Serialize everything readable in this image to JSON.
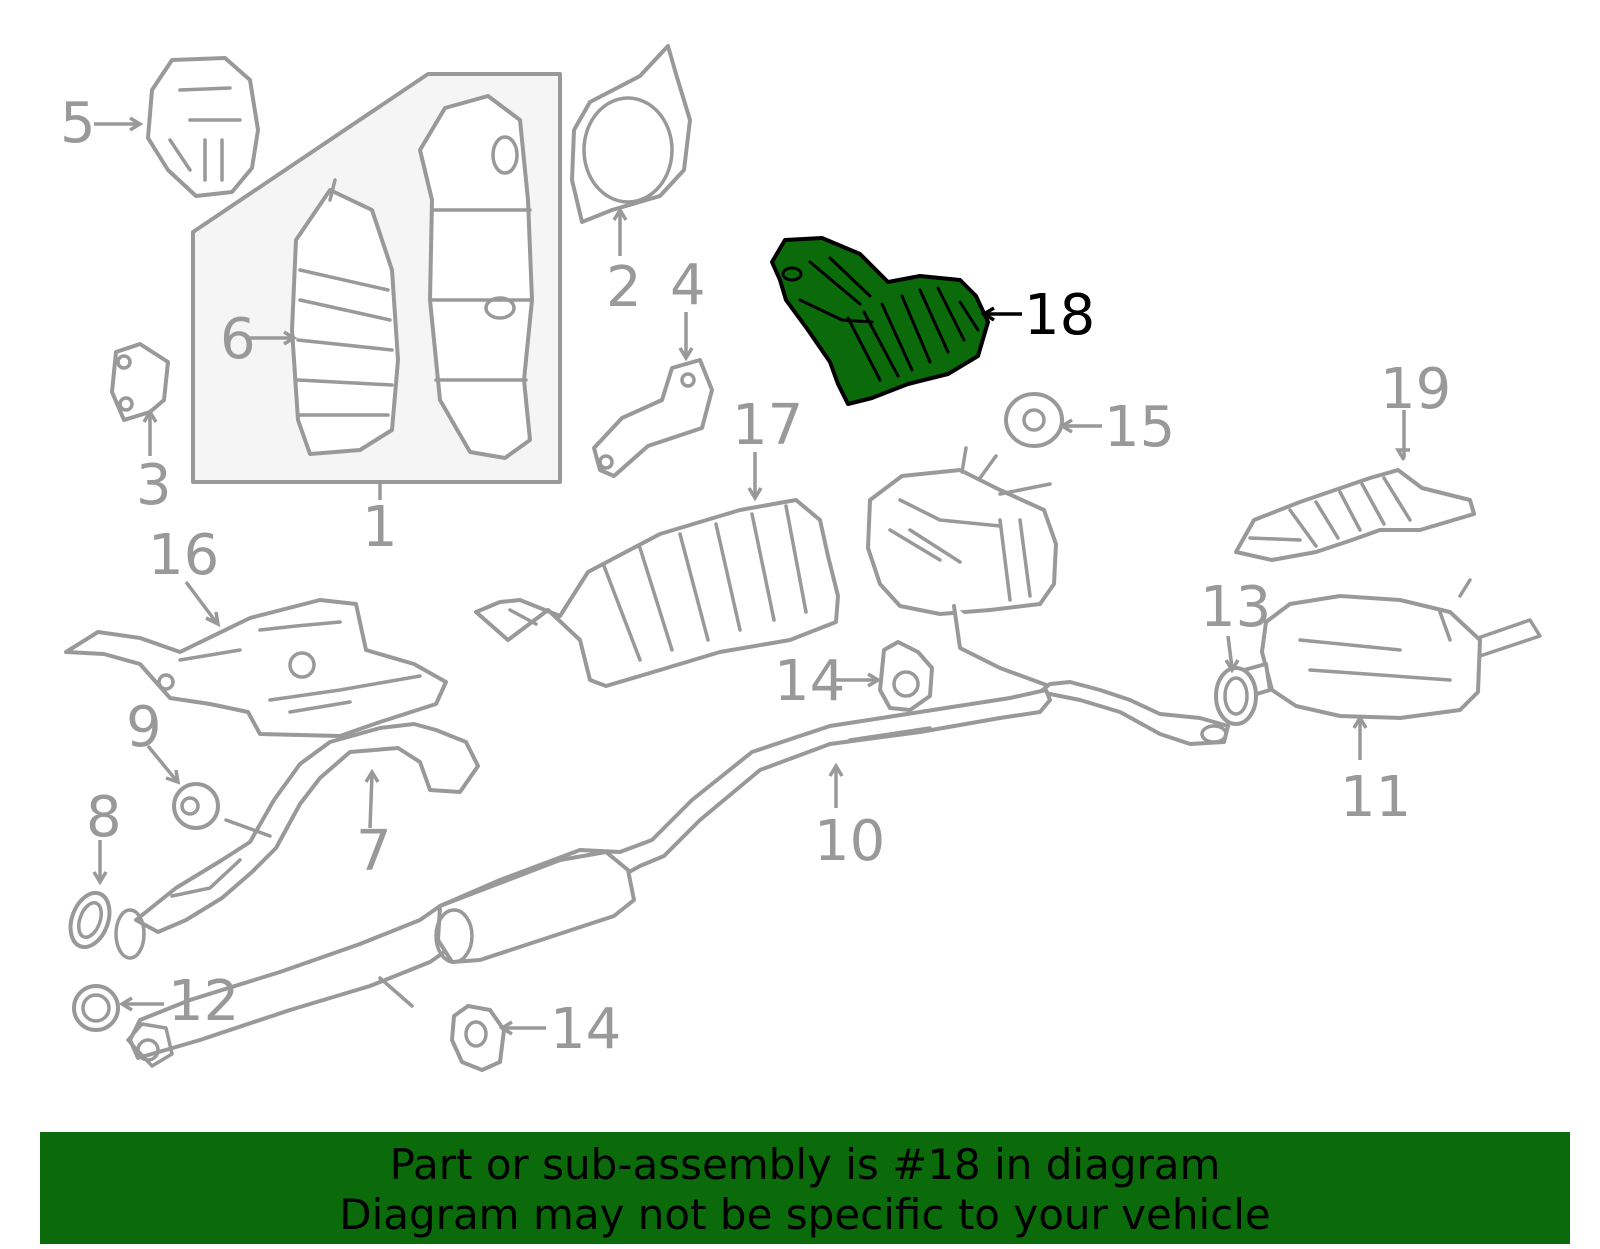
{
  "highlight_color": "#0b6b0b",
  "callouts": {
    "c1": "1",
    "c2": "2",
    "c3": "3",
    "c4": "4",
    "c5": "5",
    "c6": "6",
    "c7": "7",
    "c8": "8",
    "c9": "9",
    "c10": "10",
    "c11": "11",
    "c12": "12",
    "c13": "13",
    "c14a": "14",
    "c14b": "14",
    "c15": "15",
    "c16": "16",
    "c17": "17",
    "c18": "18",
    "c19": "19"
  },
  "banner": {
    "line1": "Part or sub-assembly is #18 in diagram",
    "line2": "Diagram may not be specific to your vehicle"
  }
}
